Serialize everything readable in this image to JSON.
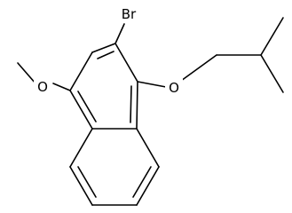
{
  "molecule": {
    "atoms": {
      "bromine": "Br",
      "methoxy_oxygen": "O",
      "ether_oxygen": "O"
    }
  }
}
